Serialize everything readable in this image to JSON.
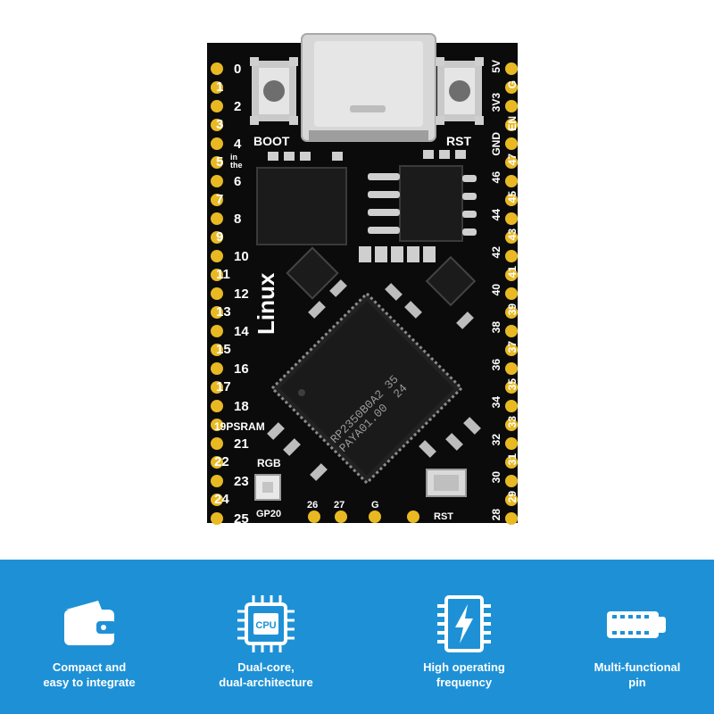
{
  "board": {
    "left_pins": [
      "0",
      "1",
      "2",
      "3",
      "4",
      "5",
      "6",
      "7",
      "8",
      "9",
      "10",
      "11",
      "12",
      "13",
      "14",
      "15",
      "16",
      "17",
      "18",
      "19PSRAM",
      "21",
      "22",
      "23",
      "24",
      "25"
    ],
    "right_pins": [
      "5V",
      "G",
      "3V3",
      "EN",
      "GND",
      "47",
      "46",
      "45",
      "44",
      "43",
      "42",
      "41",
      "40",
      "39",
      "38",
      "37",
      "36",
      "35",
      "34",
      "33",
      "32",
      "31",
      "30",
      "29",
      "28"
    ],
    "bottom_pins": [
      "GP20",
      "26",
      "27",
      "G",
      "RST"
    ],
    "silkscreen": {
      "boot": "BOOT",
      "rst": "RST",
      "rgb": "RGB",
      "linux": "Linux",
      "in_the_line1": "in",
      "in_the_line2": "the"
    },
    "chip_marking": {
      "line1": "RP2350B0A2 35",
      "line2": "PAYA01.00  24"
    },
    "colors": {
      "pcb": "#0b0b0b",
      "pad_gold": "#e8b923",
      "silk": "#ffffff"
    }
  },
  "features": [
    {
      "icon": "wallet-icon",
      "caption_line1": "Compact and",
      "caption_line2": "easy to integrate"
    },
    {
      "icon": "cpu-icon",
      "icon_text": "CPU",
      "caption_line1": "Dual-core,",
      "caption_line2": "dual-architecture"
    },
    {
      "icon": "lightning-chip-icon",
      "caption_line1": "High operating",
      "caption_line2": "frequency"
    },
    {
      "icon": "pin-header-icon",
      "caption_line1": "Multi-functional",
      "caption_line2": "pin"
    }
  ],
  "banner_color": "#1e91d6"
}
